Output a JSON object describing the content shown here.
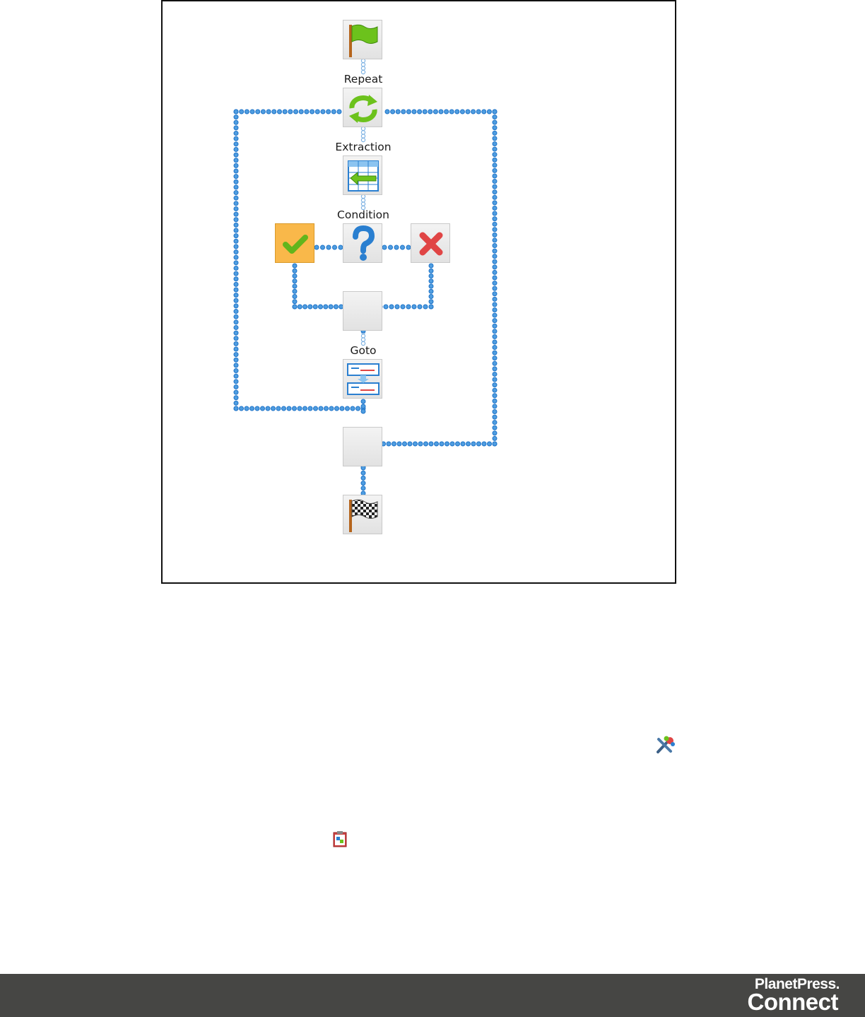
{
  "workflow": {
    "labels": {
      "repeat": "Repeat",
      "extraction": "Extraction",
      "condition": "Condition",
      "goto": "Goto"
    },
    "connector_color": "#1e73c8",
    "selected_color": "#f9b84a",
    "icons": {
      "start": "green-start-flag-icon",
      "repeat": "repeat-arrows-icon",
      "extraction": "extraction-table-icon",
      "condition": "question-mark-icon",
      "true_branch": "checkmark-icon",
      "false_branch": "red-x-icon",
      "goto": "goto-icon",
      "end": "checkered-finish-flag-icon"
    }
  },
  "inline_icons": {
    "first": "tools-icon",
    "second": "clipboard-icon"
  },
  "footer": {
    "brand_line1": "PlanetPress.",
    "brand_line2": "Connect",
    "background": "#464644"
  }
}
